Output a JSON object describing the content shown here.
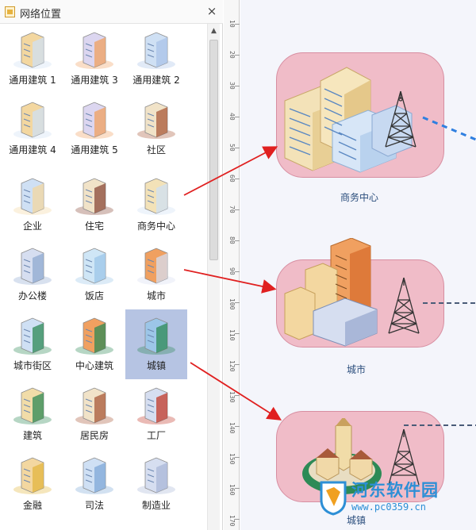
{
  "panel": {
    "title": "网络位置",
    "close_glyph": "×",
    "scroll_up_glyph": "▲",
    "items": [
      {
        "label": "通用建筑 1",
        "icon": "building-icon"
      },
      {
        "label": "通用建筑 3",
        "icon": "tower-icon"
      },
      {
        "label": "通用建筑 2",
        "icon": "skyscraper-icon"
      },
      {
        "label": "通用建筑 4",
        "icon": "building-icon"
      },
      {
        "label": "通用建筑 5",
        "icon": "tower-icon"
      },
      {
        "label": "社区",
        "icon": "houses-icon"
      },
      {
        "label": "企业",
        "icon": "office-park-icon"
      },
      {
        "label": "住宅",
        "icon": "house-icon"
      },
      {
        "label": "商务中心",
        "icon": "business-center-icon"
      },
      {
        "label": "办公楼",
        "icon": "office-building-icon"
      },
      {
        "label": "饭店",
        "icon": "hotel-icon"
      },
      {
        "label": "城市",
        "icon": "city-icon"
      },
      {
        "label": "城市街区",
        "icon": "city-block-icon"
      },
      {
        "label": "中心建筑",
        "icon": "central-building-icon"
      },
      {
        "label": "城镇",
        "icon": "town-icon"
      },
      {
        "label": "建筑",
        "icon": "architecture-icon"
      },
      {
        "label": "居民房",
        "icon": "residence-icon"
      },
      {
        "label": "工厂",
        "icon": "factory-icon"
      },
      {
        "label": "金融",
        "icon": "finance-icon"
      },
      {
        "label": "司法",
        "icon": "justice-icon"
      },
      {
        "label": "制造业",
        "icon": "manufacturing-icon"
      }
    ],
    "selected_label": "城镇"
  },
  "ruler": {
    "ticks": [
      "10",
      "20",
      "30",
      "40",
      "50",
      "60",
      "70",
      "80",
      "90",
      "100",
      "110",
      "120",
      "130",
      "140",
      "150",
      "160",
      "170"
    ]
  },
  "canvas": {
    "nodes": [
      {
        "label": "商务中心"
      },
      {
        "label": "城市"
      },
      {
        "label": "城镇"
      }
    ]
  },
  "watermark": {
    "title": "河东软件园",
    "url": "www.pc0359.cn"
  },
  "colors": {
    "node_fill": "#f0bcc8",
    "arrow": "#e02020",
    "selection": "#b6c4e3",
    "link_blue": "#2f7fe0",
    "link_dark": "#4a5c78"
  }
}
